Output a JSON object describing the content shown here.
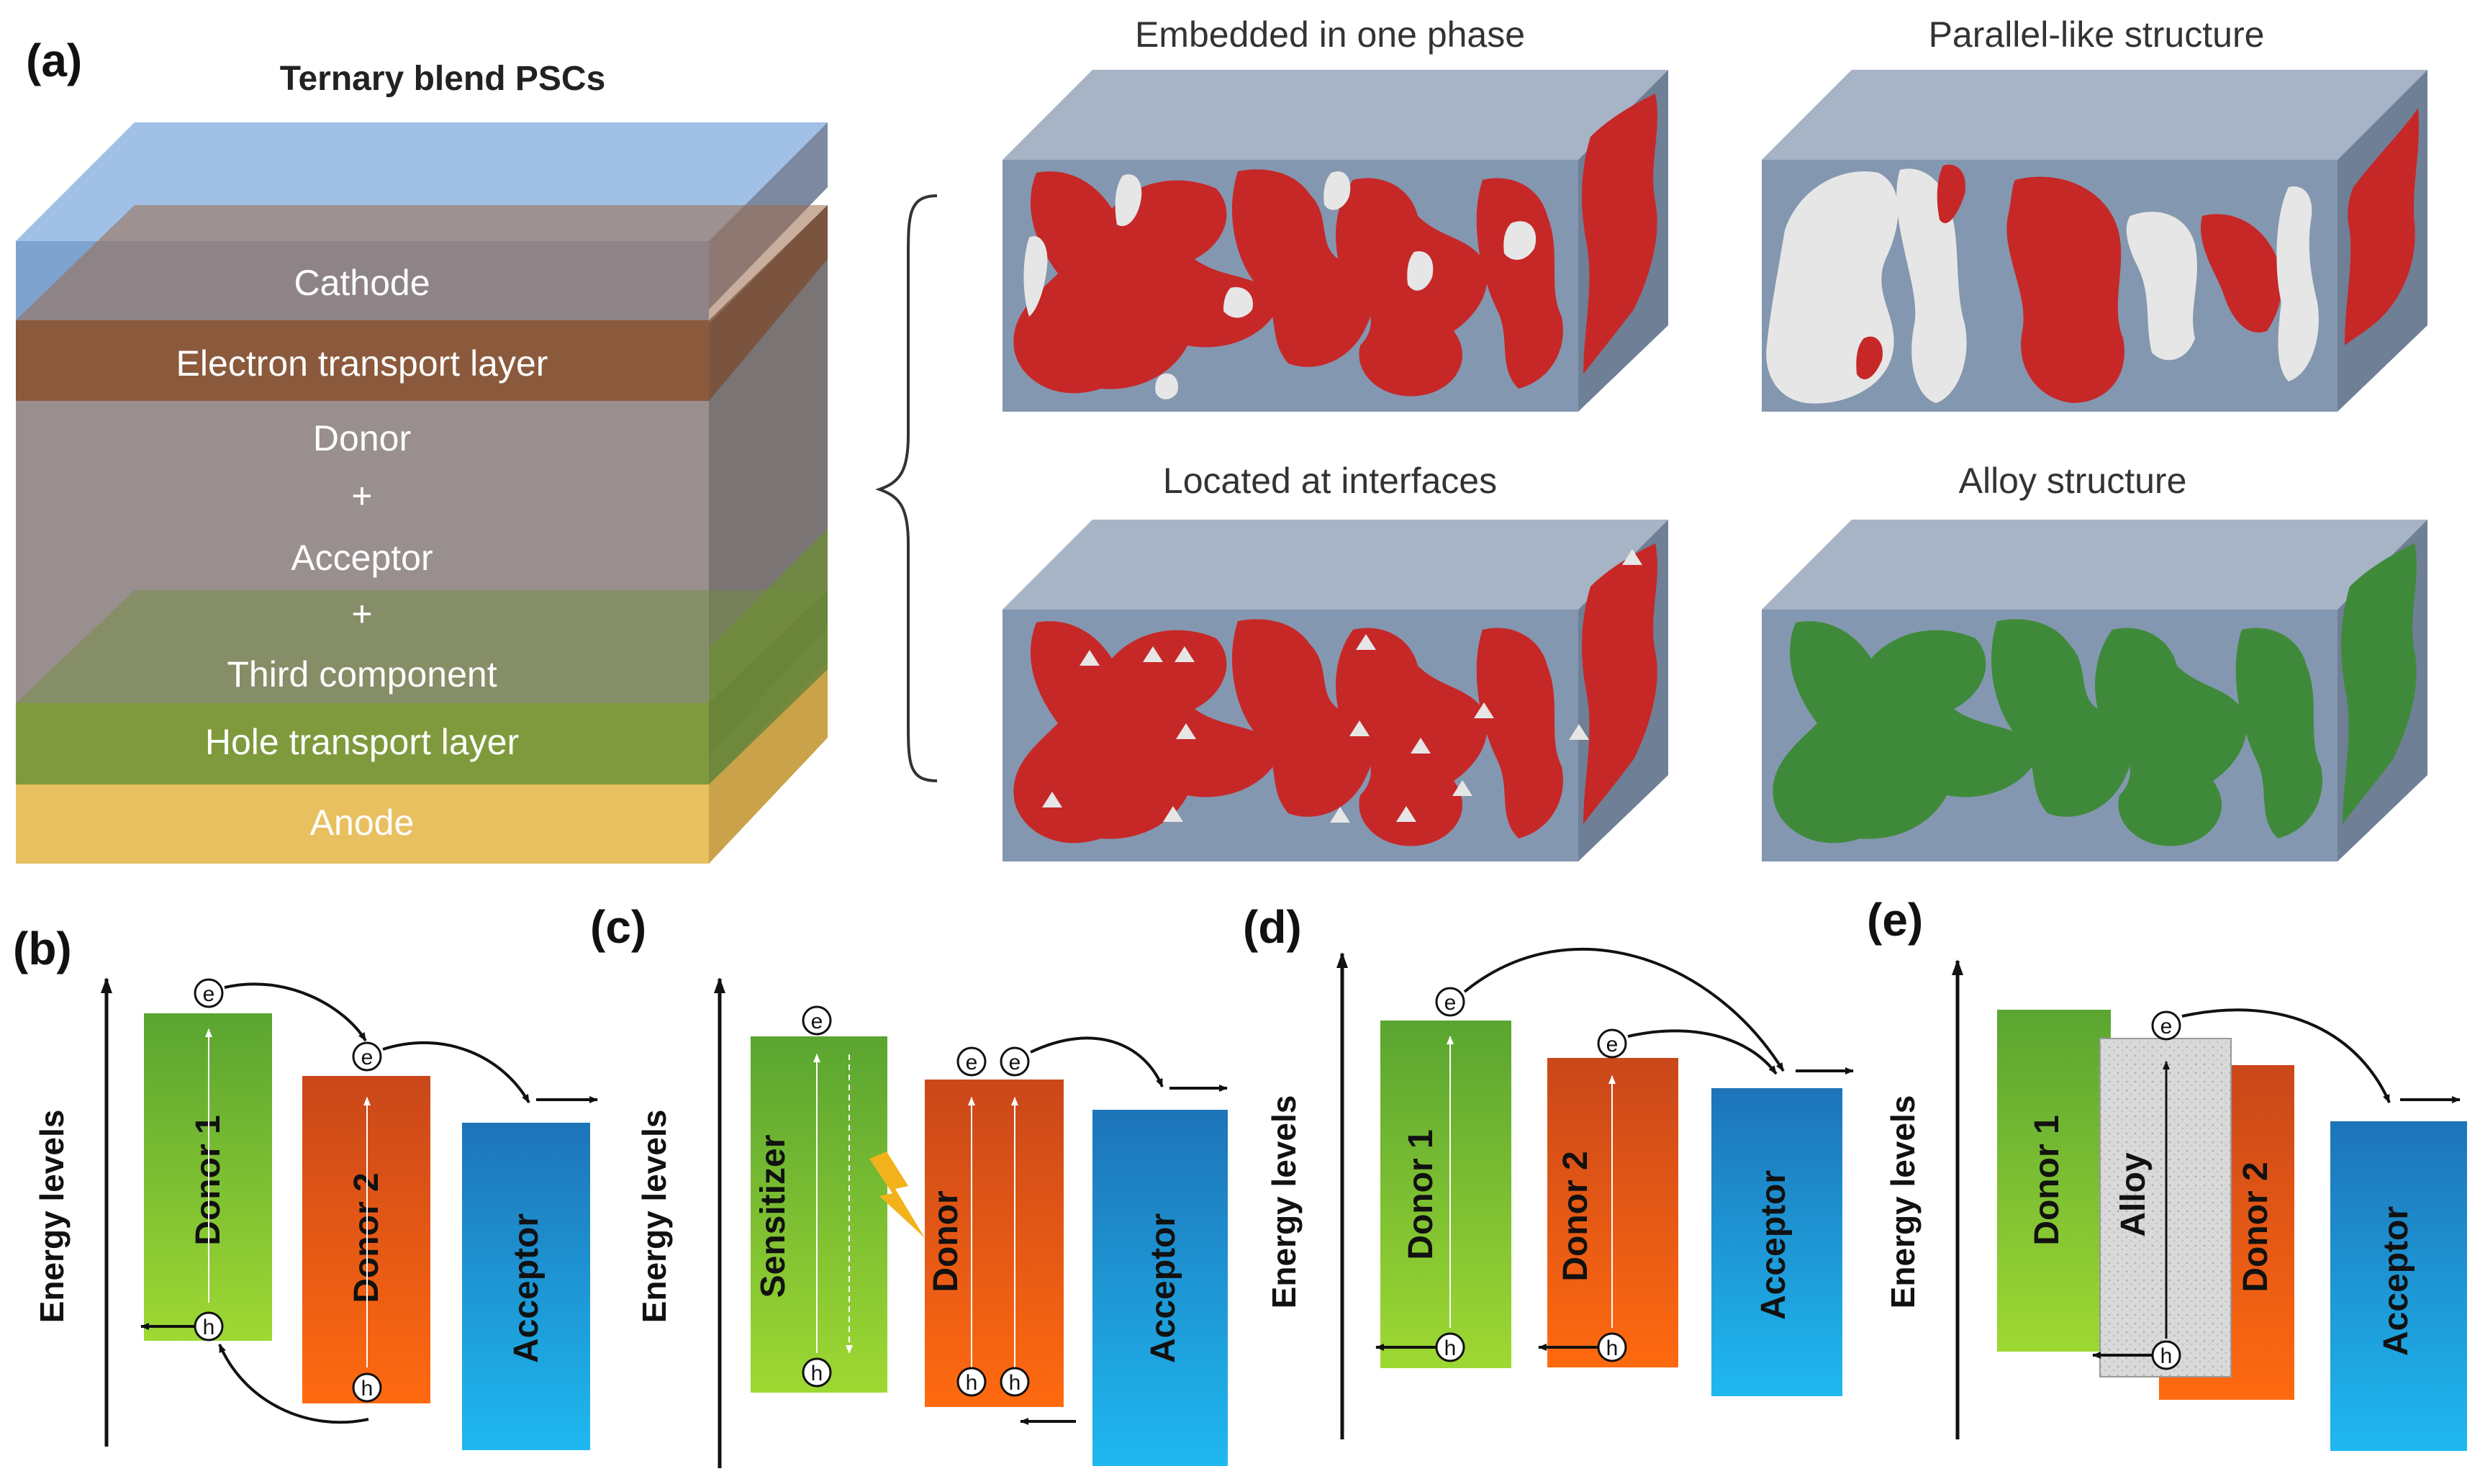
{
  "panels": {
    "a": "(a)",
    "b": "(b)",
    "c": "(c)",
    "d": "(d)",
    "e": "(e)"
  },
  "stack": {
    "title": "Ternary blend PSCs",
    "layers": {
      "cathode": "Cathode",
      "etl": "Electron transport layer",
      "donor": "Donor",
      "plus1": "+",
      "acceptor": "Acceptor",
      "plus2": "+",
      "third": "Third component",
      "htl": "Hole transport layer",
      "anode": "Anode"
    }
  },
  "morphologies": {
    "embedded": "Embedded in one phase",
    "parallel": "Parallel-like structure",
    "interfaces": "Located at interfaces",
    "alloy": "Alloy structure"
  },
  "energy": {
    "axis_label": "Energy levels",
    "electron": "e",
    "hole": "h",
    "donor1": "Donor 1",
    "donor2": "Donor 2",
    "acceptor": "Acceptor",
    "sensitizer": "Sensitizer",
    "donor": "Donor",
    "alloy": "Alloy"
  },
  "colors": {
    "cathode": "#8fb6e0",
    "etl": "#8b5a3c",
    "active": "#9a8f8f",
    "htl": "#7f9a3c",
    "anode": "#e8c060",
    "box_face": "#8497b0",
    "box_top": "#a7b4c6",
    "box_side": "#6f7f96",
    "red_domain": "#c62828",
    "green_domain": "#3f8a3a",
    "white_domain": "#e6e6e6",
    "green_bar": "#8cc63f",
    "orange_bar": "#f26a1b",
    "blue_bar": "#1f9be0"
  }
}
